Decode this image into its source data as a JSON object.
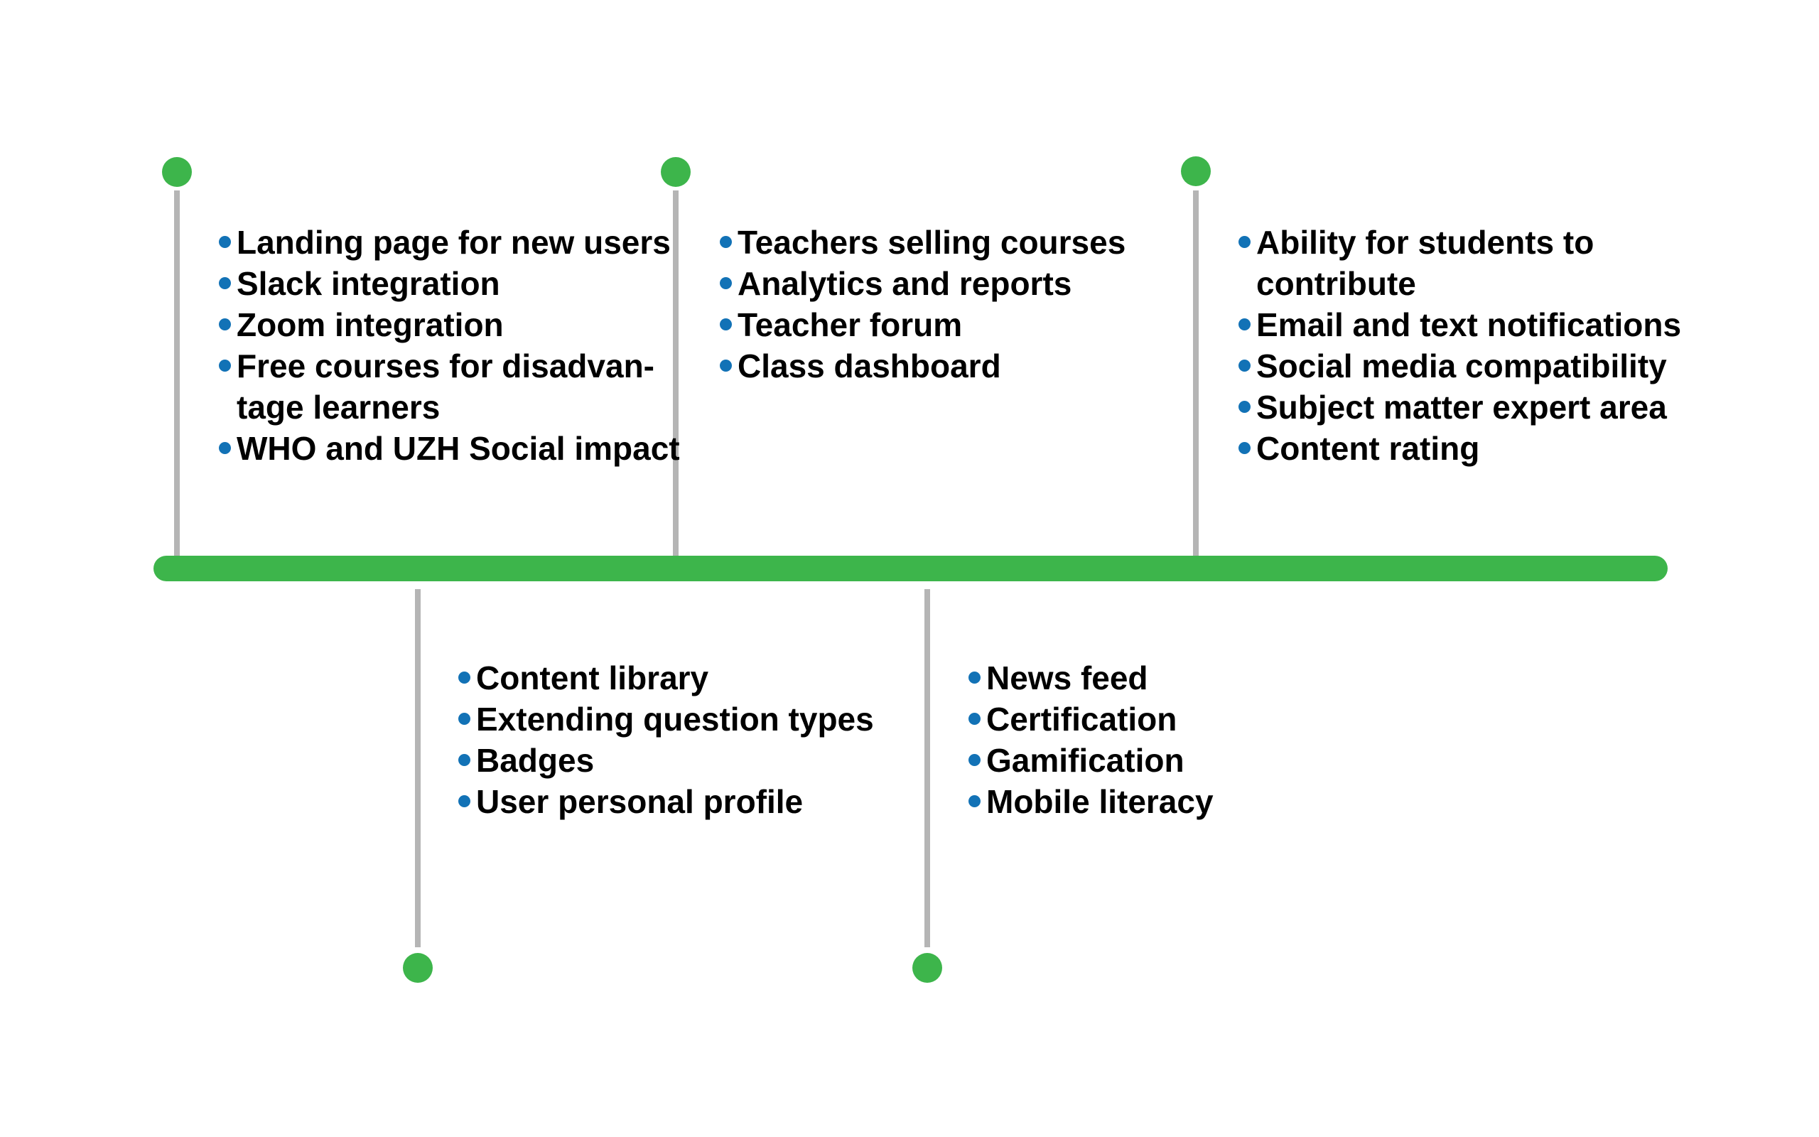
{
  "colors": {
    "green": "#3DB54B",
    "gray": "#B5B5B5",
    "bullet_blue": "#1272B6",
    "text": "#000000",
    "background": "#FFFFFF"
  },
  "timeline": {
    "type": "horizontal-roadmap",
    "bar_icon": "timeline-bar",
    "groups": [
      {
        "side": "top",
        "items": [
          "Landing page for new users",
          "Slack integration",
          "Zoom integration",
          "Free courses for disadvan-\ntage learners",
          "WHO and UZH Social impact"
        ]
      },
      {
        "side": "top",
        "items": [
          "Teachers selling courses",
          "Analytics and reports",
          "Teacher forum",
          "Class dashboard"
        ]
      },
      {
        "side": "top",
        "items": [
          "Ability for students to\ncontribute",
          "Email and text notifications",
          "Social media compatibility",
          "Subject matter expert area",
          "Content rating"
        ]
      },
      {
        "side": "bottom",
        "items": [
          "Content library",
          "Extending question types",
          "Badges",
          "User personal profile"
        ]
      },
      {
        "side": "bottom",
        "items": [
          "News feed",
          "Certification",
          "Gamification",
          "Mobile literacy"
        ]
      }
    ]
  }
}
